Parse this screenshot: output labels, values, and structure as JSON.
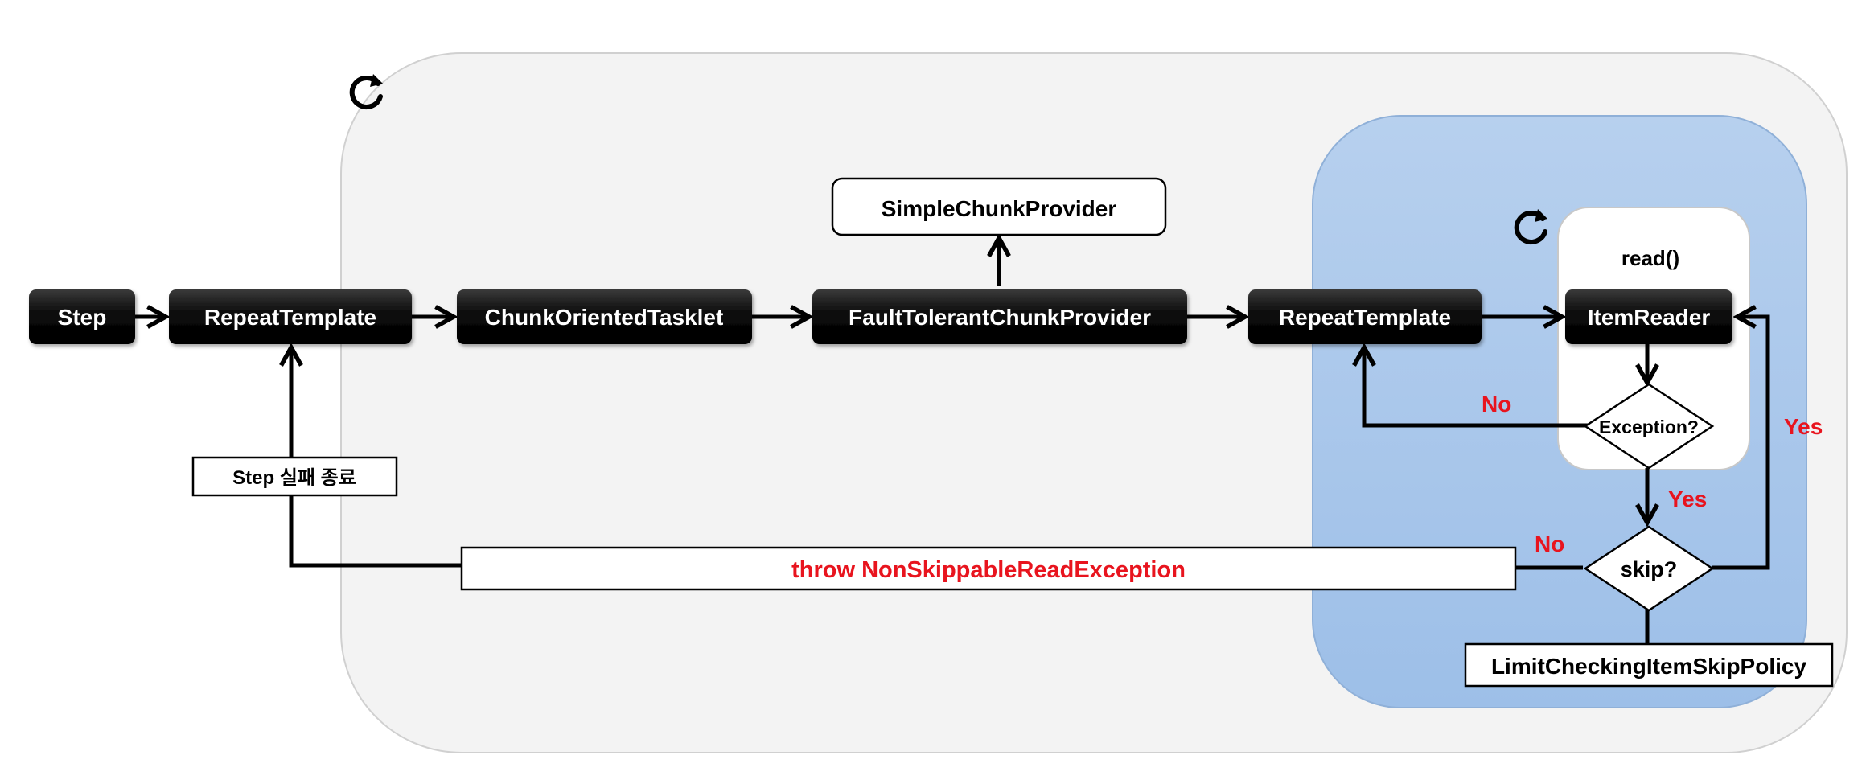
{
  "nodes": {
    "step": "Step",
    "repeat_template_outer": "RepeatTemplate",
    "chunk_oriented_tasklet": "ChunkOrientedTasklet",
    "fault_tolerant_chunk_provider": "FaultTolerantChunkProvider",
    "simple_chunk_provider": "SimpleChunkProvider",
    "repeat_template_inner": "RepeatTemplate",
    "item_reader": "ItemReader",
    "read_method": "read()",
    "exception_decision": "Exception?",
    "skip_decision": "skip?",
    "limit_checking_policy": "LimitCheckingItemSkipPolicy",
    "step_fail_end": "Step 실패 종료",
    "throw_exception": "throw NonSkippableReadException"
  },
  "edge_labels": {
    "exception_no": "No",
    "exception_yes": "Yes",
    "skip_yes": "Yes",
    "skip_no": "No"
  },
  "icons": {
    "outer_loop": "refresh-icon",
    "inner_loop": "refresh-icon"
  },
  "colors": {
    "node_fill": "#000000",
    "node_text": "#ffffff",
    "highlight_text": "#e8141e",
    "outer_region": "#f3f3f3",
    "inner_region": "#a9c6ea"
  }
}
